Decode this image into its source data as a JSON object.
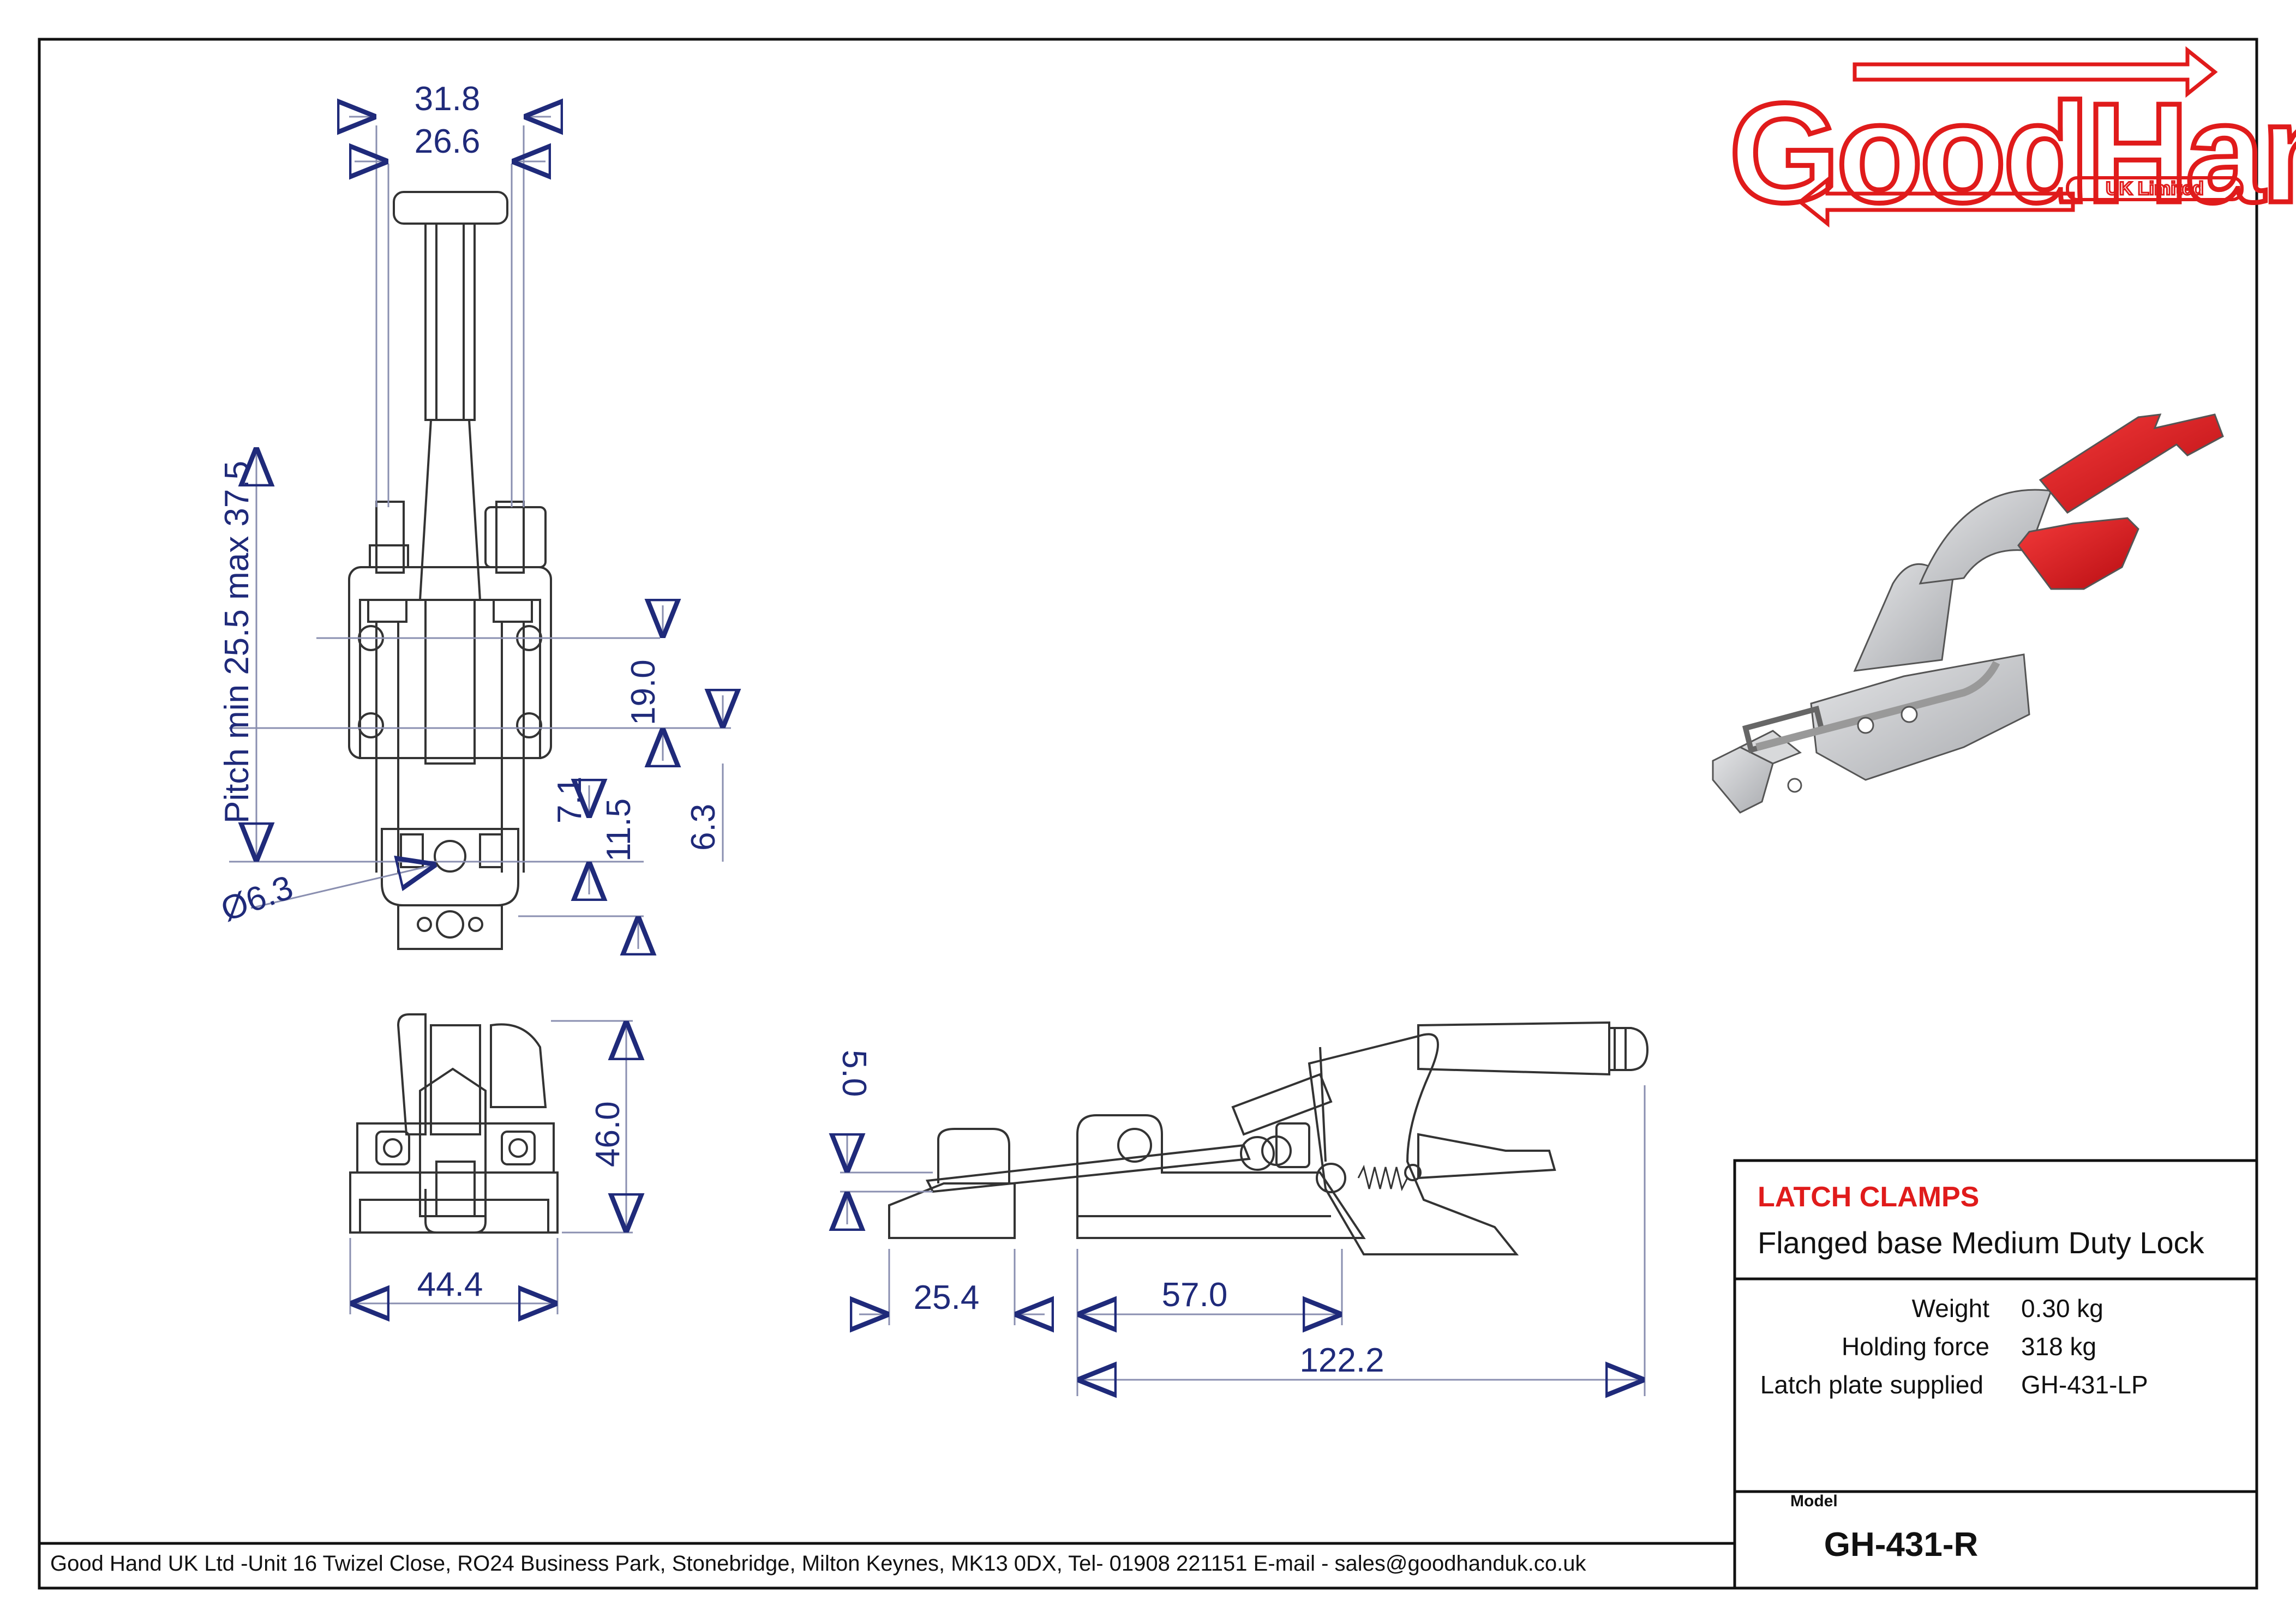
{
  "brand": {
    "logo_text": "GoodHand",
    "logo_sub": "UK Limited",
    "logo_color": "#e01b1b"
  },
  "dimensions": {
    "top_31_8": "31.8",
    "top_26_6": "26.6",
    "pitch": "Pitch min 25.5 max 37.5",
    "d19_0": "19.0",
    "d7_1": "7.1",
    "d11_5": "11.5",
    "d6_3": "6.3",
    "dia6_3": "Ø6.3",
    "d46_0": "46.0",
    "d44_4": "44.4",
    "d5_0": "5.0",
    "d25_4": "25.4",
    "d57_0": "57.0",
    "d122_2": "122.2",
    "color": "#1f2a7a"
  },
  "title_block": {
    "category": "LATCH  CLAMPS",
    "description": "Flanged base Medium Duty Lock",
    "specs": [
      {
        "label": "Weight",
        "value": "0.30 kg"
      },
      {
        "label": "Holding force",
        "value": "318 kg"
      },
      {
        "label": "Latch plate supplied",
        "value": "GH-431-LP"
      }
    ],
    "model_label": "Model",
    "model": "GH-431-R",
    "category_color": "#e01b1b"
  },
  "footer": {
    "address": "Good Hand UK Ltd -Unit 16 Twizel Close, RO24 Business Park, Stonebridge, Milton Keynes, MK13 0DX, Tel- 01908 221151 E-mail - sales@goodhanduk.co.uk"
  },
  "colors": {
    "handle_red": "#e0141c",
    "metal": "#c7c9cc",
    "line": "#333333"
  }
}
